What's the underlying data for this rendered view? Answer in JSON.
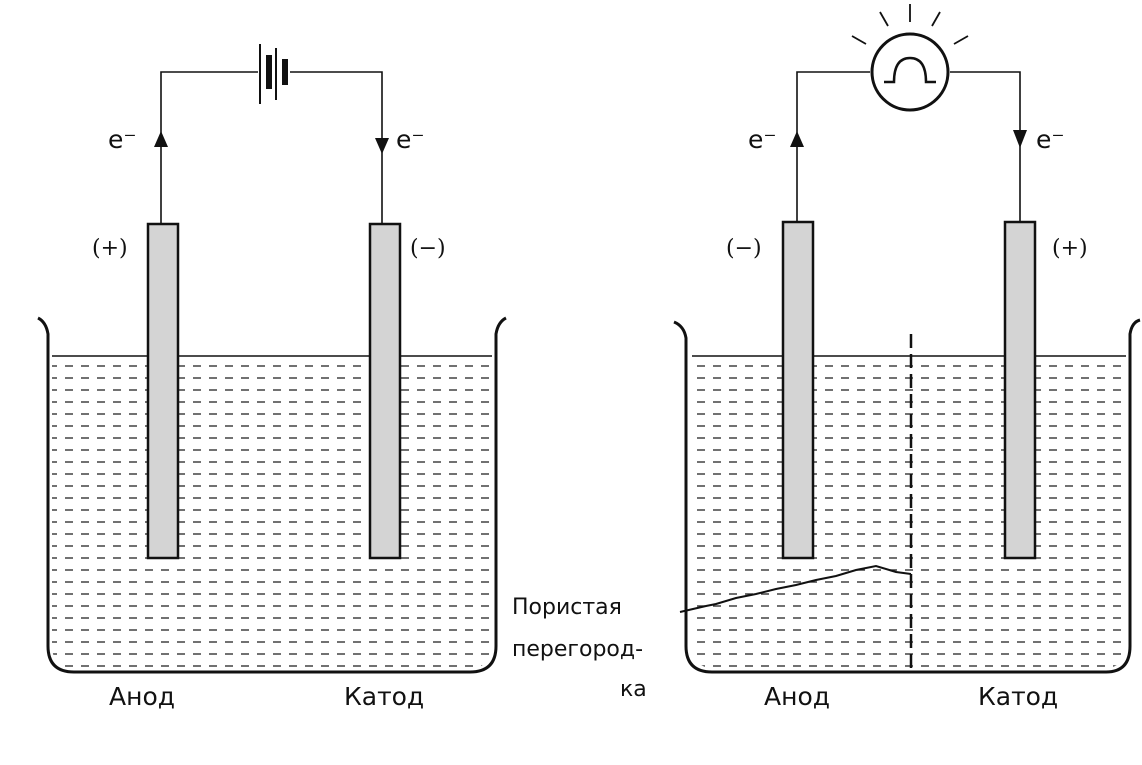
{
  "diagrams": {
    "electrolytic_cell": {
      "electron_left": "e⁻",
      "electron_right": "e⁻",
      "sign_left": "(+)",
      "sign_right": "(−)",
      "label_left": "Анод",
      "label_right": "Катод",
      "source_icon": "battery-icon"
    },
    "galvanic_cell": {
      "electron_left": "e⁻",
      "electron_right": "e⁻",
      "sign_left": "(−)",
      "sign_right": "(+)",
      "label_left": "Анод",
      "label_right": "Катод",
      "load_icon": "lamp-icon"
    },
    "porous_partition": {
      "line1": "Пористая",
      "line2": "перегород-",
      "line3": "ка"
    }
  }
}
